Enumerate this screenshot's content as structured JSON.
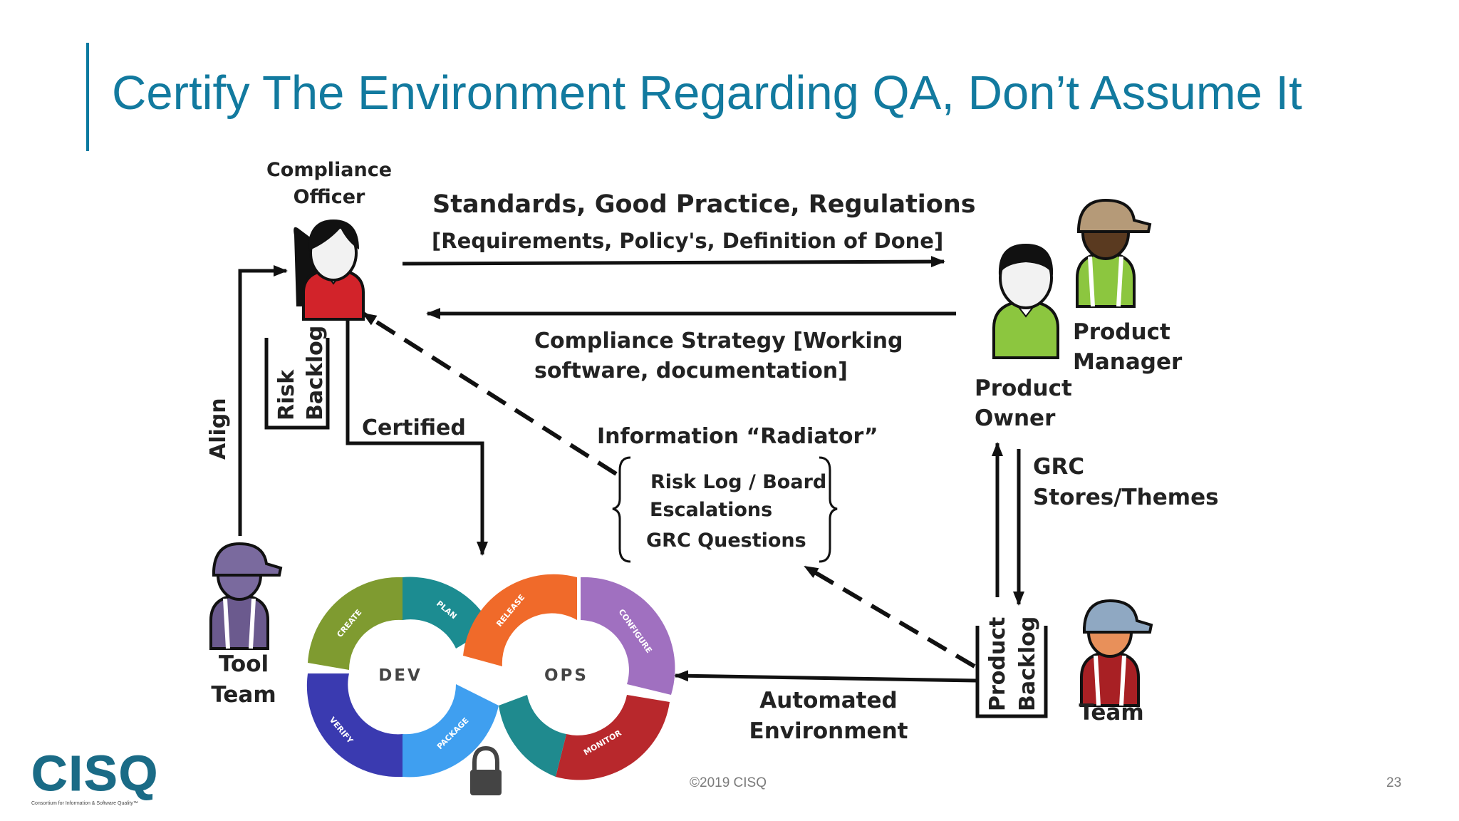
{
  "slide": {
    "title": "Certify The Environment Regarding QA, Don’t Assume It",
    "copyright": "©2019 CISQ",
    "page_number": "23"
  },
  "logo": {
    "name": "CISQ",
    "tagline": "Consortium for Information & Software Quality™"
  },
  "colors": {
    "title": "#127a9f",
    "create": "#7f9b30",
    "plan": "#1c8c91",
    "verify": "#3a3ab0",
    "package": "#3f9ff0",
    "release": "#f06a2a",
    "configure": "#a070c0",
    "monitor": "#b8282c",
    "ops_teal": "#1f8a8e"
  },
  "diagram": {
    "compliance_officer": [
      "Compliance",
      "Officer"
    ],
    "standards_line1": "Standards, Good Practice, Regulations",
    "standards_line2": "[Requirements, Policy's, Definition of Done]",
    "strategy_line1": "Compliance Strategy [Working",
    "strategy_line2": "software, documentation]",
    "product_manager": [
      "Product",
      "Manager"
    ],
    "product_owner": [
      "Product",
      "Owner"
    ],
    "align": "Align",
    "risk_backlog": [
      "Risk",
      "Backlog"
    ],
    "certified": "Certified",
    "radiator_title": "Information “Radiator”",
    "radiator_items": [
      "Risk Log / Board",
      "Escalations",
      "GRC Questions"
    ],
    "grc": [
      "GRC",
      "Stores/Themes"
    ],
    "tool_team": [
      "Tool",
      "Team"
    ],
    "product_backlog": [
      "Product",
      "Backlog"
    ],
    "team": "Team",
    "automated_environment": [
      "Automated",
      "Environment"
    ],
    "loop": {
      "dev": "DEV",
      "ops": "OPS",
      "segments": [
        "CREATE",
        "PLAN",
        "VERIFY",
        "PACKAGE",
        "RELEASE",
        "CONFIGURE",
        "MONITOR"
      ]
    }
  }
}
